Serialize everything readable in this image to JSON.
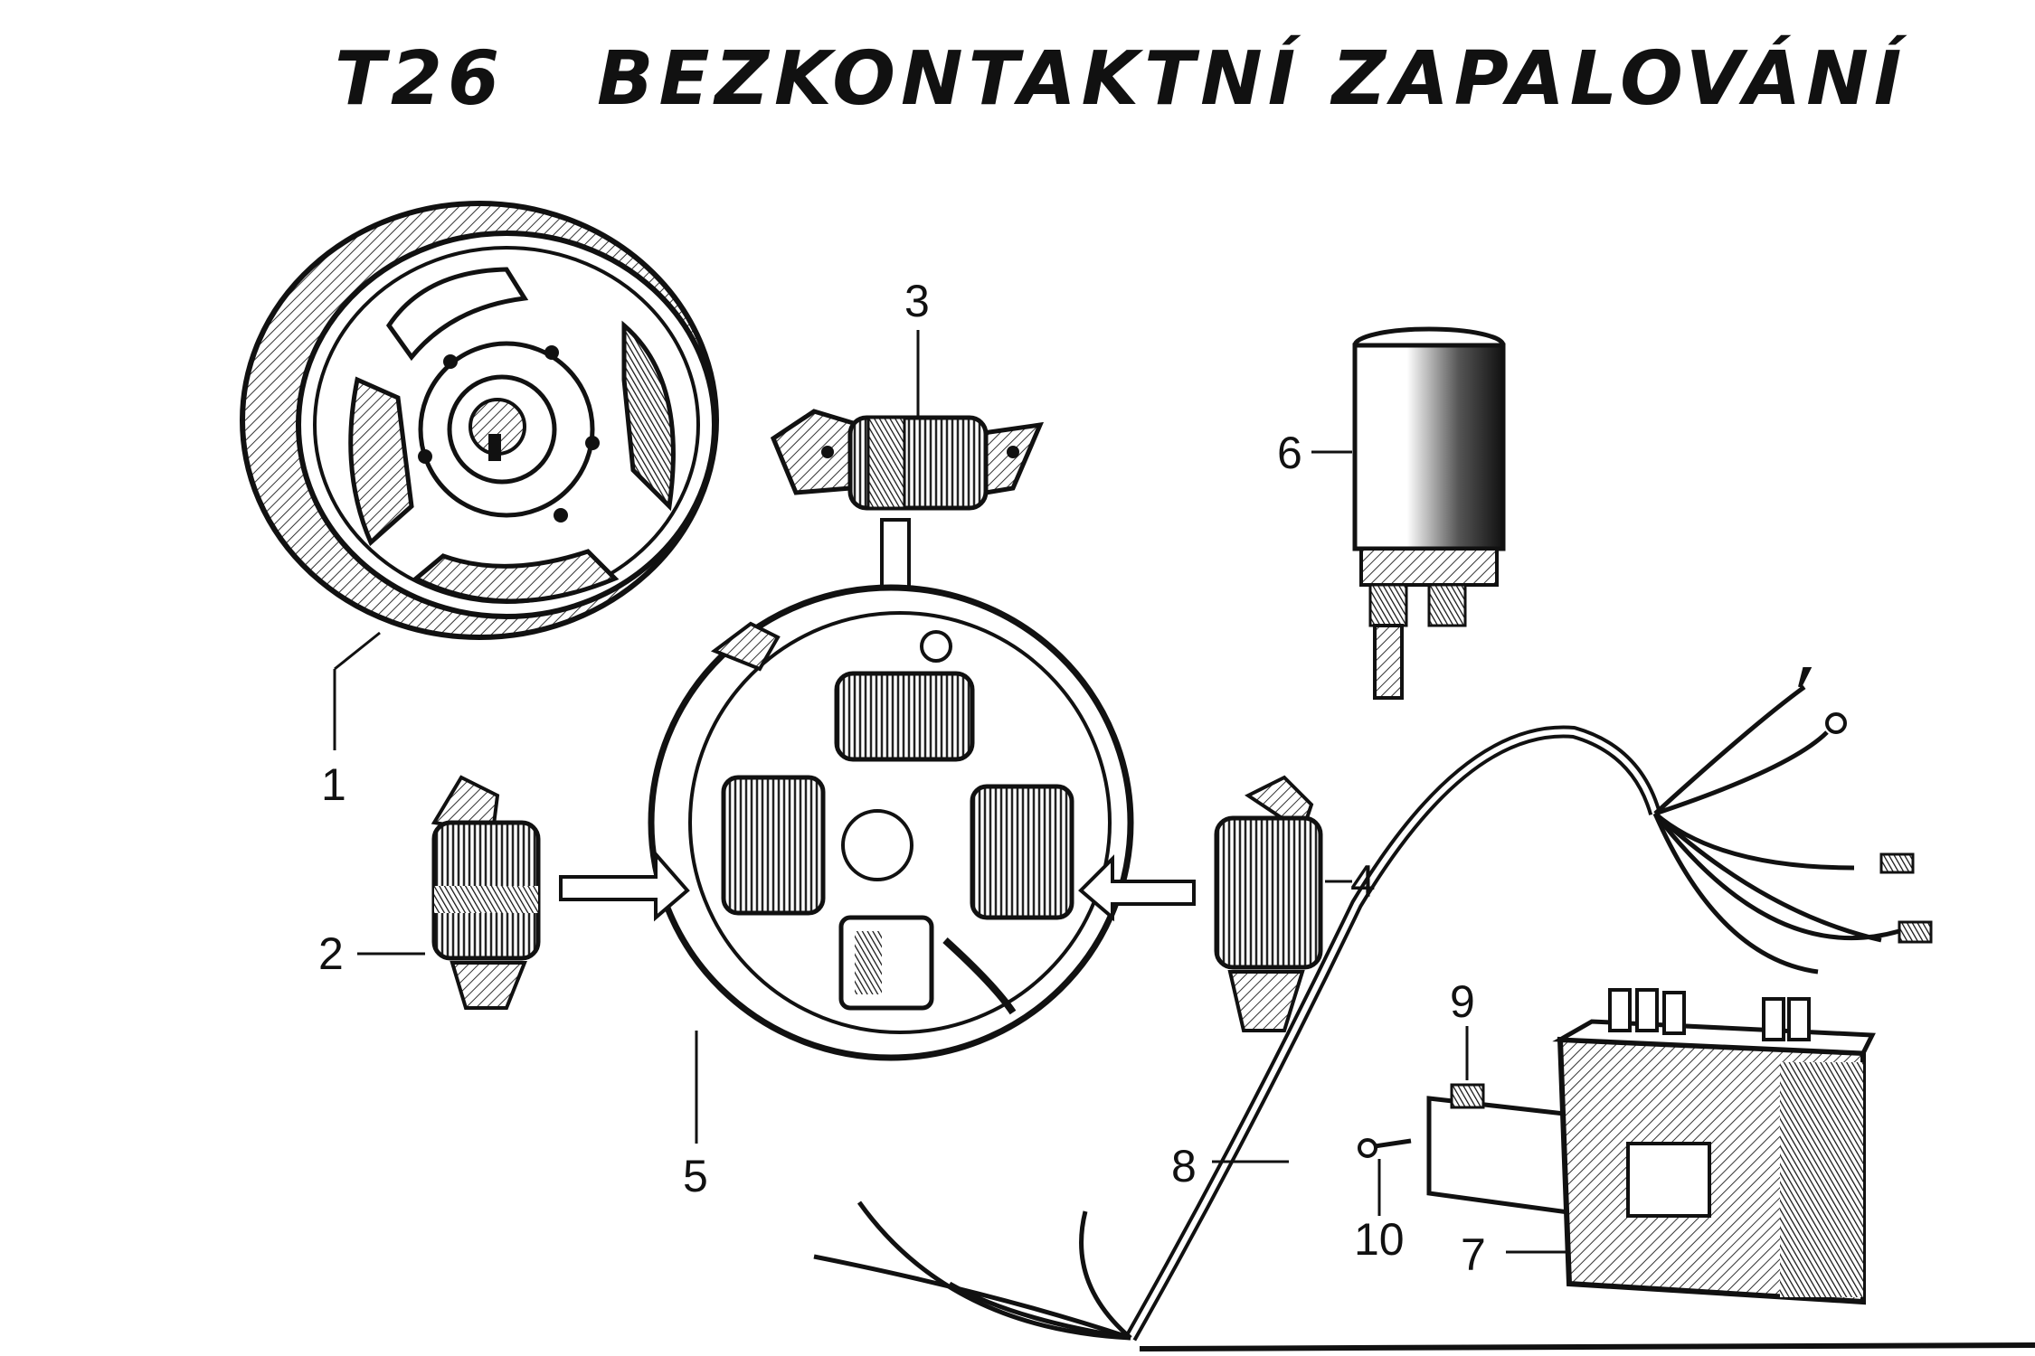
{
  "title": {
    "code": "T26",
    "text": "BEZKONTAKTNÍ ZAPALOVÁNÍ"
  },
  "callouts": {
    "c1": "1",
    "c2": "2",
    "c3": "3",
    "c4": "4",
    "c5": "5",
    "c6": "6",
    "c7": "7",
    "c8": "8",
    "c9": "9",
    "c10": "10"
  },
  "colors": {
    "ink": "#111111",
    "paper": "#ffffff",
    "shade": "#333333"
  }
}
